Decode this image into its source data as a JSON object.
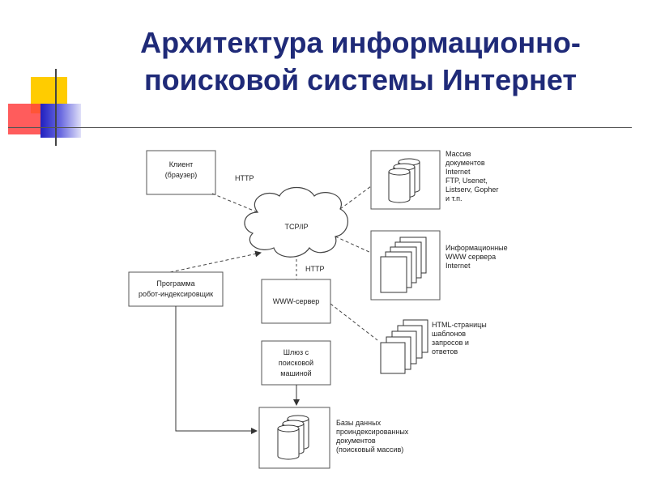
{
  "title": {
    "line1": "Архитектура информационно-",
    "line2": "поисковой системы Интернет"
  },
  "diagram": {
    "client": {
      "line1": "Клиент",
      "line2": "(браузер)"
    },
    "http_top": "HTTP",
    "cloud": "TCP/IP",
    "http_mid": "HTTP",
    "robot": {
      "line1": "Программа",
      "line2": "робот-индексировщик"
    },
    "www_server": "WWW-сервер",
    "gateway": {
      "line1": "Шлюз с",
      "line2": "поисковой",
      "line3": "машиной"
    },
    "docs_label": {
      "l1": "Массив",
      "l2": "документов",
      "l3": "Internet",
      "l4": "FTP, Usenet,",
      "l5": "Listserv, Gopher",
      "l6": "и т.п."
    },
    "servers_label": {
      "l1": "Информационные",
      "l2": "WWW сервера",
      "l3": "Internet"
    },
    "html_label": {
      "l1": "HTML-страницы",
      "l2": "шаблонов",
      "l3": "запросов и",
      "l4": "ответов"
    },
    "db_label": {
      "l1": "Базы данных",
      "l2": "проиндексированных",
      "l3": "документов",
      "l4": "(поисковый массив)"
    }
  },
  "colors": {
    "title": "#1f2a78",
    "deco_yellow": "#ffcc00",
    "deco_red": "#ff3333",
    "deco_blue": "#3333cc"
  }
}
